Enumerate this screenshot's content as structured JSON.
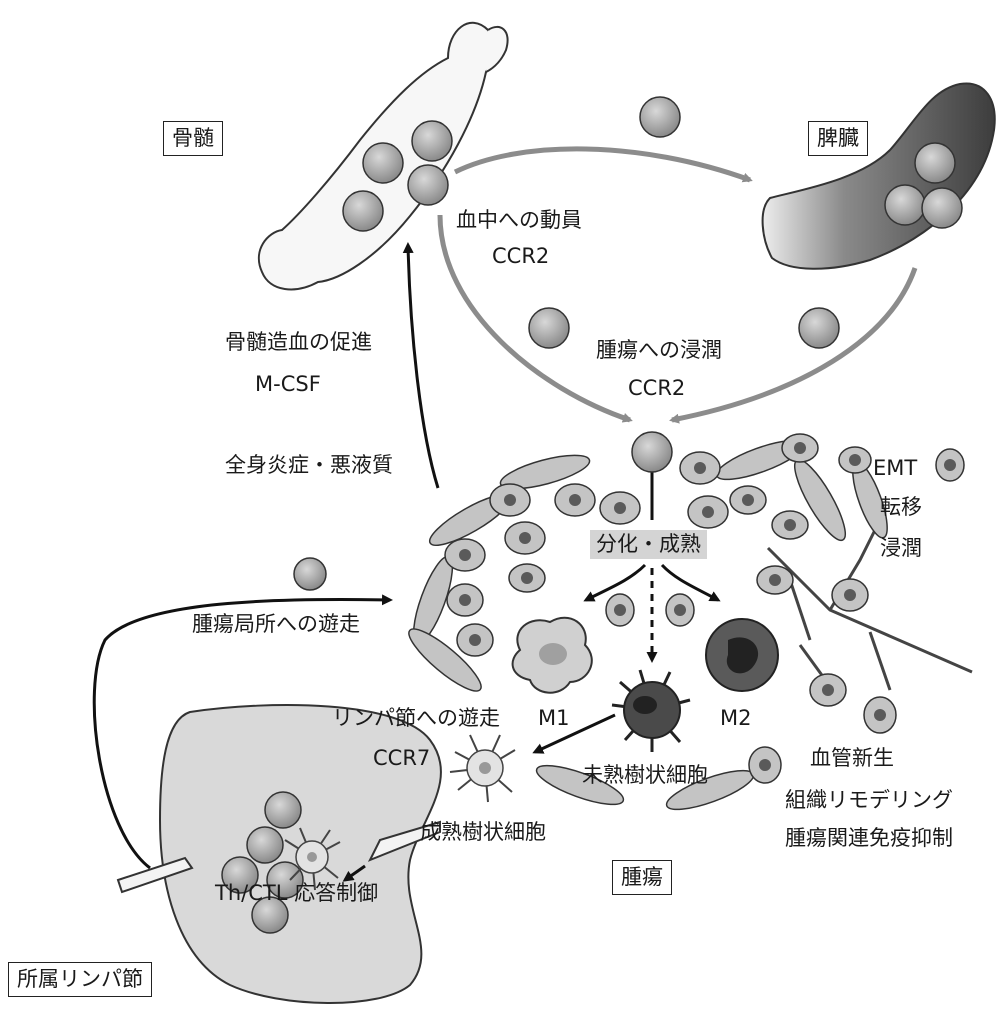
{
  "regions": {
    "bone_marrow": "骨髄",
    "spleen": "脾臓",
    "lymph_node": "所属リンパ節",
    "tumor": "腫瘍"
  },
  "pathway": {
    "mobilization": "血中への動員",
    "mobilization_factor": "CCR2",
    "infiltration": "腫瘍への浸潤",
    "infiltration_factor": "CCR2",
    "hematopoiesis": "骨髄造血の促進",
    "hematopoiesis_factor": "M-CSF",
    "inflammation": "全身炎症・悪液質",
    "differentiation": "分化・成熟",
    "migration_to_tumor": "腫瘍局所への遊走",
    "migration_to_lymph": "リンパ節への遊走",
    "ccr7": "CCR7",
    "response_control": "Th/CTL 応答制御"
  },
  "cells": {
    "m1": "M1",
    "m2": "M2",
    "immature_dc": "未熟樹状細胞",
    "mature_dc": "成熟樹状細胞"
  },
  "outcomes": {
    "emt": "EMT",
    "metastasis": "転移",
    "invasion": "浸潤",
    "angiogenesis": "血管新生",
    "remodeling": "組織リモデリング",
    "immunosuppression": "腫瘍関連免疫抑制"
  },
  "colors": {
    "ink": "#1a1a1a",
    "arrow_gray": "#8c8c8c",
    "bone_fill": "#f7f7f7",
    "spleen_dark": "#4a4a4a",
    "lymph_fill": "#d9d9d9",
    "cell_fill": "#a8a8a8",
    "tumor_cell": "#c4c4c4",
    "nucleus": "#5a5a5a",
    "highlight": "#d4d4d4"
  }
}
